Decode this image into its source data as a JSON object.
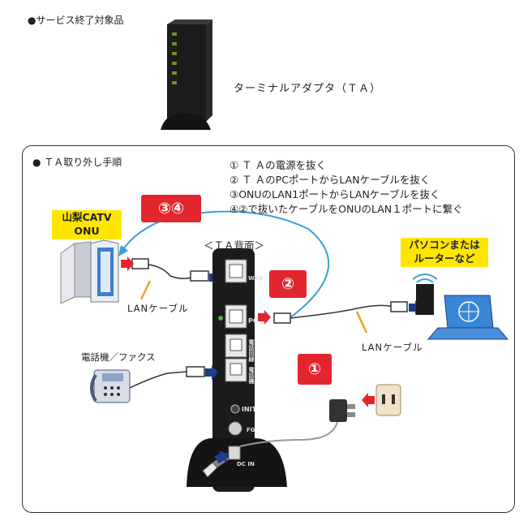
{
  "page": {
    "title": "●サービス終了対象品",
    "ta_label": "ターミナルアダプタ（ＴＡ）"
  },
  "procedure": {
    "title": "● ＴＡ取り外し手順",
    "steps": [
      "① Ｔ Ａの電源を抜く",
      "② Ｔ ＡのPCポートからLANケーブルを抜く",
      "③ONUのLAN1ポートからLANケーブルを抜く",
      "④②で抜いたケーブルをONUのLAN１ポートに繋ぐ"
    ]
  },
  "diagram": {
    "onu_label_line1": "山梨CATV",
    "onu_label_line2": "ONU",
    "pc_label_line1": "パソコンまたは",
    "pc_label_line2": "ルーターなど",
    "ta_back_label": "＜ＴＡ背面＞",
    "lan_cable_left": "LANケーブル",
    "lan_cable_right": "LANケーブル",
    "phone_label": "電話機／ファクス",
    "marker_34": "③④",
    "marker_2": "②",
    "marker_1": "①",
    "ports": {
      "wan": "WAN",
      "pc": "PC",
      "line1": "電話回線",
      "line2": "電話機",
      "init": "INIT",
      "fg": "FG",
      "dcin": "DC IN"
    },
    "colors": {
      "accent_red": "#e3262d",
      "highlight_yellow": "#ffe600",
      "cable_blue": "#3aa0d8",
      "arrow_navy": "#1f3d8a",
      "pointer_orange": "#f0a020"
    }
  }
}
